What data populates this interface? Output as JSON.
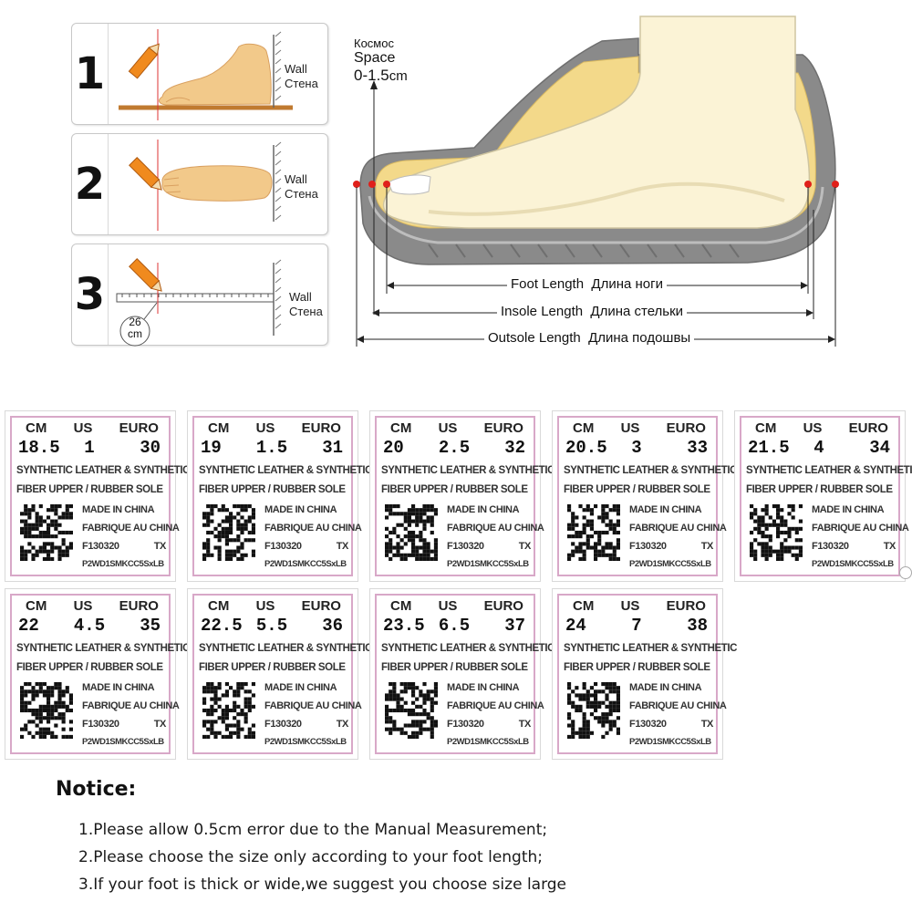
{
  "steps": [
    {
      "number": "1",
      "wall_en": "Wall",
      "wall_ru": "Стена"
    },
    {
      "number": "2",
      "wall_en": "Wall",
      "wall_ru": "Стена"
    },
    {
      "number": "3",
      "wall_en": "Wall",
      "wall_ru": "Стена",
      "ruler_value": "26",
      "ruler_unit": "cm"
    }
  ],
  "diagram": {
    "space_ru": "Космос",
    "space_en": "Space",
    "space_range": "0-1.5",
    "space_unit": "cm",
    "foot_length_en": "Foot Length",
    "foot_length_ru": "Длина ноги",
    "insole_length_en": "Insole Length",
    "insole_length_ru": "Длина стельки",
    "outsole_length_en": "Outsole Length",
    "outsole_length_ru": "Длина подошвы"
  },
  "size_header": {
    "cm": "CM",
    "us": "US",
    "euro": "EURO"
  },
  "size_text": {
    "material_1": "SYNTHETIC LEATHER & SYNTHETIC",
    "material_2": "FIBER UPPER / RUBBER SOLE",
    "made": "MADE IN CHINA",
    "fabrique": "FABRIQUE AU CHINA",
    "batch": "F130320",
    "tx": "TX",
    "code": "P2WD1SMKCC5SxLB"
  },
  "sizes": [
    {
      "cm": "18.5",
      "us": "1",
      "euro": "30"
    },
    {
      "cm": "19",
      "us": "1.5",
      "euro": "31"
    },
    {
      "cm": "20",
      "us": "2.5",
      "euro": "32"
    },
    {
      "cm": "20.5",
      "us": "3",
      "euro": "33"
    },
    {
      "cm": "21.5",
      "us": "4",
      "euro": "34"
    },
    {
      "cm": "22",
      "us": "4.5",
      "euro": "35"
    },
    {
      "cm": "22.5",
      "us": "5.5",
      "euro": "36"
    },
    {
      "cm": "23.5",
      "us": "6.5",
      "euro": "37"
    },
    {
      "cm": "24",
      "us": "7",
      "euro": "38"
    }
  ],
  "notice": {
    "title": "Notice:",
    "items": [
      "1.Please allow 0.5cm error due to the Manual Measurement;",
      "2.Please choose the size only according to your foot length;",
      "3.If your foot is thick or wide,we suggest  you  choose size large"
    ]
  },
  "colors": {
    "skin": "#f2c98a",
    "skin_dark": "#e0a860",
    "pencil": "#f08a1e",
    "shoe_grey": "#8a8a8a",
    "insole_yellow": "#f3d98a",
    "foot_fill": "#fbf3d6",
    "red_marker": "#e0201a",
    "card_border": "#d8a8c8"
  }
}
